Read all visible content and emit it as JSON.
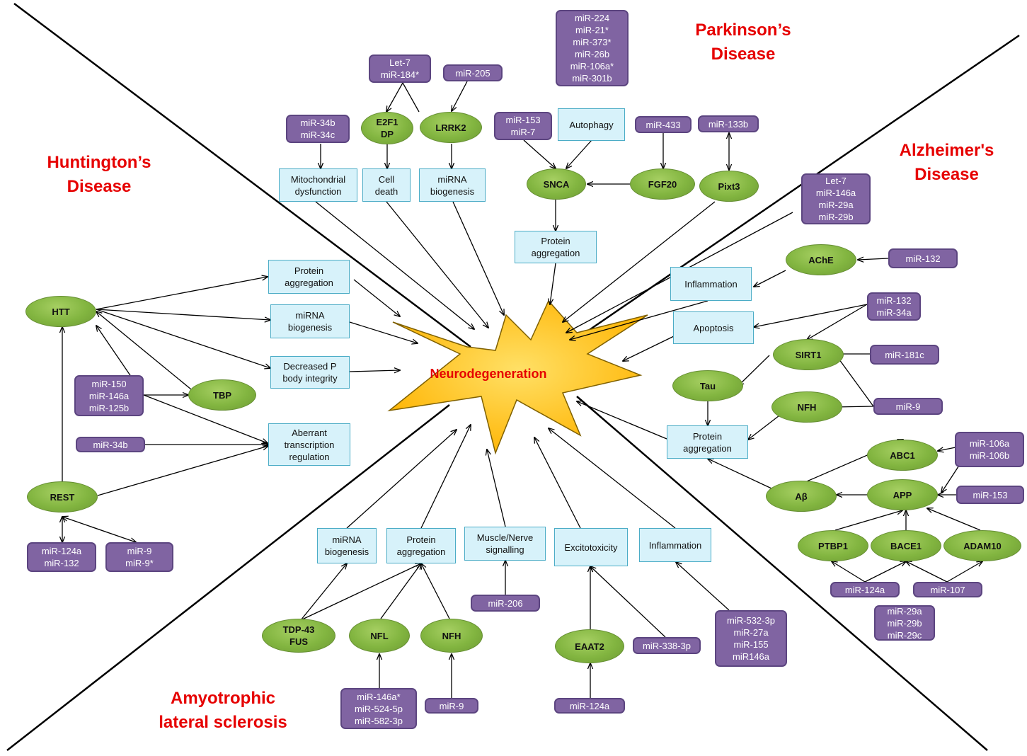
{
  "diseases": {
    "parkinsons": [
      "Parkinson’s",
      "Disease"
    ],
    "huntingtons": [
      "Huntington’s",
      "Disease"
    ],
    "alzheimers": [
      "Alzheimer's",
      "Disease"
    ],
    "als": [
      "Amyotrophic",
      "lateral sclerosis"
    ]
  },
  "center": "Neurodegeneration",
  "colors": {
    "mirna_box": "#8064a2",
    "process_box": "#d7f2fa",
    "gene_ellipse": "#82b540",
    "star_fill": "#ffc000",
    "disease_label": "#e60000"
  },
  "nodes": {
    "pd_mir_cluster": [
      "miR-224",
      "miR-21*",
      "miR-373*",
      "miR-26b",
      "miR-106a*",
      "miR-301b"
    ],
    "pd_let7": [
      "Let-7",
      "miR-184*"
    ],
    "pd_mir205": [
      "miR-205"
    ],
    "pd_mir34b": [
      "miR-34b",
      "miR-34c"
    ],
    "pd_e2f1": [
      "E2F1",
      "DP"
    ],
    "pd_lrrk2": [
      "LRRK2"
    ],
    "pd_mir153": [
      "miR-153",
      "miR-7"
    ],
    "pd_autophagy": [
      "Autophagy"
    ],
    "pd_mir433": [
      "miR-433"
    ],
    "pd_mir133b": [
      "miR-133b"
    ],
    "pd_mito": [
      "Mitochondrial",
      "dysfunction"
    ],
    "pd_celldeath": [
      "Cell",
      "death"
    ],
    "pd_mirna_bio": [
      "miRNA",
      "biogenesis"
    ],
    "pd_snca": [
      "SNCA"
    ],
    "pd_fgf20": [
      "FGF20"
    ],
    "pd_pixt3": [
      "Pixt3"
    ],
    "pd_protagg": [
      "Protein",
      "aggregation"
    ],
    "hd_protagg": [
      "Protein",
      "aggregation"
    ],
    "hd_mirna_bio": [
      "miRNA",
      "biogenesis"
    ],
    "hd_pbody": [
      "Decreased P",
      "body integrity"
    ],
    "hd_aberrant": [
      "Aberrant",
      "transcription",
      "regulation"
    ],
    "hd_htt": [
      "HTT"
    ],
    "hd_mir150": [
      "miR-150",
      "miR-146a",
      "miR-125b"
    ],
    "hd_tbp": [
      "TBP"
    ],
    "hd_mir34b": [
      "miR-34b"
    ],
    "hd_rest": [
      "REST"
    ],
    "hd_mir124": [
      "miR-124a",
      "miR-132"
    ],
    "hd_mir9": [
      "miR-9",
      "miR-9*"
    ],
    "ad_let7": [
      "Let-7",
      "miR-146a",
      "miR-29a",
      "miR-29b"
    ],
    "ad_ache": [
      "AChE"
    ],
    "ad_mir132": [
      "miR-132"
    ],
    "ad_inflam": [
      "Inflammation"
    ],
    "ad_apoptosis": [
      "Apoptosis"
    ],
    "ad_mir132_34a": [
      "miR-132",
      "miR-34a"
    ],
    "ad_sirt1": [
      "SIRT1"
    ],
    "ad_mir181c": [
      "miR-181c"
    ],
    "ad_tau": [
      "Tau"
    ],
    "ad_nfh": [
      "NFH"
    ],
    "ad_mir9": [
      "miR-9"
    ],
    "ad_protagg": [
      "Protein",
      "aggregation"
    ],
    "ad_abc1": [
      "ABC1"
    ],
    "ad_mir106": [
      "miR-106a",
      "miR-106b"
    ],
    "ad_ab": [
      "Aβ"
    ],
    "ad_app": [
      "APP"
    ],
    "ad_mir153": [
      "miR-153"
    ],
    "ad_ptbp1": [
      "PTBP1"
    ],
    "ad_bace1": [
      "BACE1"
    ],
    "ad_adam10": [
      "ADAM10"
    ],
    "ad_mir124a": [
      "miR-124a"
    ],
    "ad_mir107": [
      "miR-107"
    ],
    "ad_mir29": [
      "miR-29a",
      "miR-29b",
      "miR-29c"
    ],
    "als_mirna_bio": [
      "miRNA",
      "biogenesis"
    ],
    "als_protagg": [
      "Protein",
      "aggregation"
    ],
    "als_muscle": [
      "Muscle/Nerve",
      "signalling"
    ],
    "als_excito": [
      "Excitotoxicity"
    ],
    "als_inflam": [
      "Inflammation"
    ],
    "als_mir206": [
      "miR-206"
    ],
    "als_tdp43": [
      "TDP-43",
      "FUS"
    ],
    "als_nfl": [
      "NFL"
    ],
    "als_nfh": [
      "NFH"
    ],
    "als_eaat2": [
      "EAAT2"
    ],
    "als_mir338": [
      "miR-338-3p"
    ],
    "als_mir532": [
      "miR-532-3p",
      "miR-27a",
      "miR-155",
      "miR146a"
    ],
    "als_mir146": [
      "miR-146a*",
      "miR-524-5p",
      "miR-582-3p"
    ],
    "als_mir9": [
      "miR-9"
    ],
    "als_mir124a": [
      "miR-124a"
    ]
  }
}
